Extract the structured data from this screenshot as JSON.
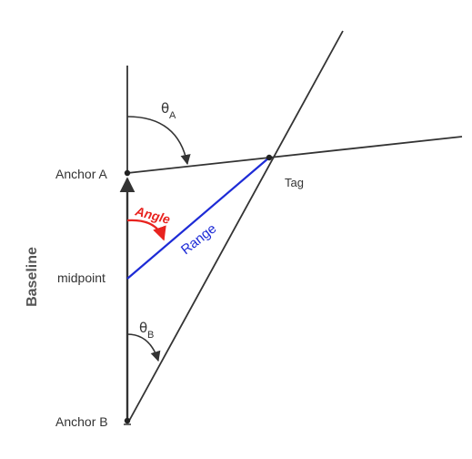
{
  "labels": {
    "anchor_a": "Anchor A",
    "anchor_b": "Anchor B",
    "tag": "Tag",
    "midpoint": "midpoint",
    "baseline": "Baseline",
    "angle": "Angle",
    "range": "Range",
    "theta_a_symbol": "θ",
    "theta_a_sub": "A",
    "theta_b_symbol": "θ",
    "theta_b_sub": "B"
  },
  "colors": {
    "lines": "#333333",
    "range": "#1d2bd6",
    "angle": "#e8231f",
    "baseline_text": "#555555"
  }
}
